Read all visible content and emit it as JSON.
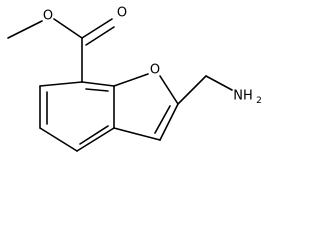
{
  "molecule": {
    "atoms": {
      "ester_methyl_oxygen": "O",
      "carbonyl_oxygen": "O",
      "ring_oxygen": "O",
      "amine_main": "NH",
      "amine_subscript": "2"
    },
    "bond_color": "#000000",
    "background": "#ffffff"
  }
}
